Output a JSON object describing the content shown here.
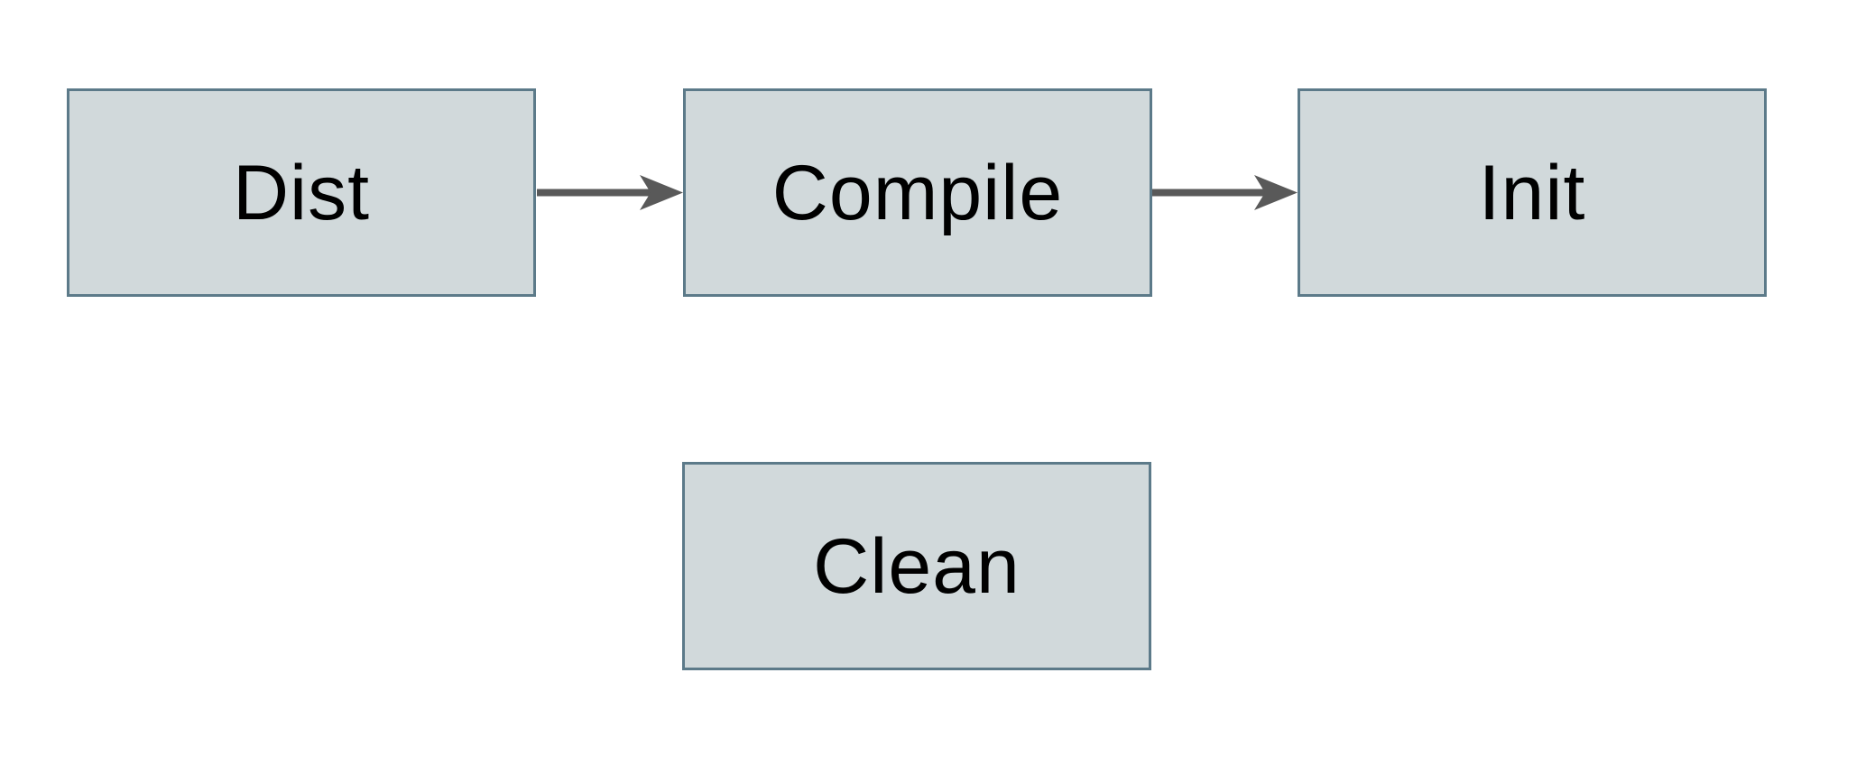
{
  "diagram": {
    "nodes": [
      {
        "id": "dist",
        "label": "Dist"
      },
      {
        "id": "compile",
        "label": "Compile"
      },
      {
        "id": "init",
        "label": "Init"
      },
      {
        "id": "clean",
        "label": "Clean"
      }
    ],
    "edges": [
      {
        "from": "Dist",
        "to": "Compile"
      },
      {
        "from": "Compile",
        "to": "Init"
      }
    ],
    "colors": {
      "node_fill": "#d1d9db",
      "node_border": "#5c7a89",
      "arrow": "#595959",
      "text": "#000000",
      "background": "#ffffff"
    }
  }
}
